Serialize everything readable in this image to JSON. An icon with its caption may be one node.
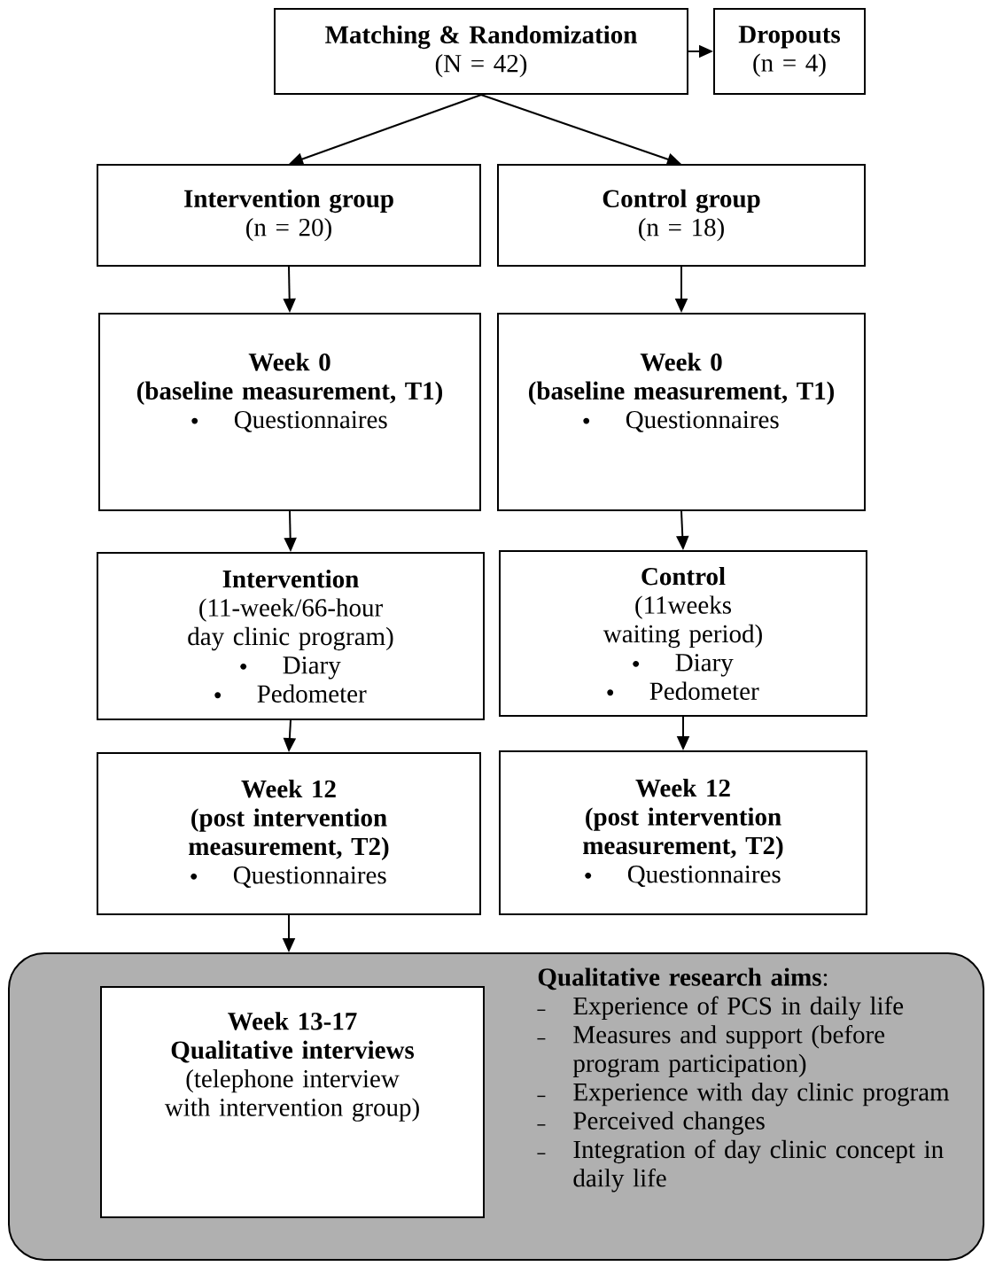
{
  "diagram": {
    "nodes": [
      {
        "text": [
          "Matching & Randomization",
          "(N = 42)"
        ]
      },
      {
        "text": [
          "Dropouts",
          "(n = 4)"
        ]
      },
      {
        "text": [
          "Intervention group",
          "(n = 20)"
        ]
      },
      {
        "text": [
          "Control group",
          "(n = 18)"
        ]
      },
      {
        "text": [
          "Week 0",
          "(baseline measurement, T1)",
          "Questionnaires"
        ]
      },
      {
        "text": [
          "Week 0",
          "(baseline measurement, T1)",
          "Questionnaires"
        ]
      },
      {
        "text": [
          "Intervention",
          "(11-week/66-hour day clinic program)",
          "Diary",
          "Pedometer"
        ]
      },
      {
        "text": [
          "Control",
          "(11weeks waiting period)",
          "Diary",
          "Pedometer"
        ]
      },
      {
        "text": [
          "Week 12",
          "(post intervention measurement, T2)",
          "Questionnaires"
        ]
      },
      {
        "text": [
          "Week 12",
          "(post intervention measurement, T2)",
          "Questionnaires"
        ]
      },
      {
        "text": [
          "**Qualitative research aims**:",
          "Experience of PCS in daily life",
          "Measures and support (before program participation)",
          "Experience with day clinic program",
          "Perceived changes",
          "Integration of day clinic concept in daily life"
        ]
      },
      {
        "text": [
          "Week 13-17",
          "Qualitative interviews",
          "(telephone interview with intervention group)"
        ],
        "in": 10
      }
    ],
    "edges": [
      {
        "from": 0,
        "to": 1,
        "arrow": "to"
      },
      {
        "from": 0,
        "to": 2,
        "arrow": "to"
      },
      {
        "from": 0,
        "to": 3,
        "arrow": "to"
      },
      {
        "from": 2,
        "to": 4,
        "arrow": "to"
      },
      {
        "from": 3,
        "to": 5,
        "arrow": "to"
      },
      {
        "from": 4,
        "to": 6,
        "arrow": "to"
      },
      {
        "from": 5,
        "to": 7,
        "arrow": "to"
      },
      {
        "from": 6,
        "to": 8,
        "arrow": "to"
      },
      {
        "from": 7,
        "to": 9,
        "arrow": "to"
      },
      {
        "from": 8,
        "to": 10,
        "arrow": "to"
      }
    ]
  }
}
